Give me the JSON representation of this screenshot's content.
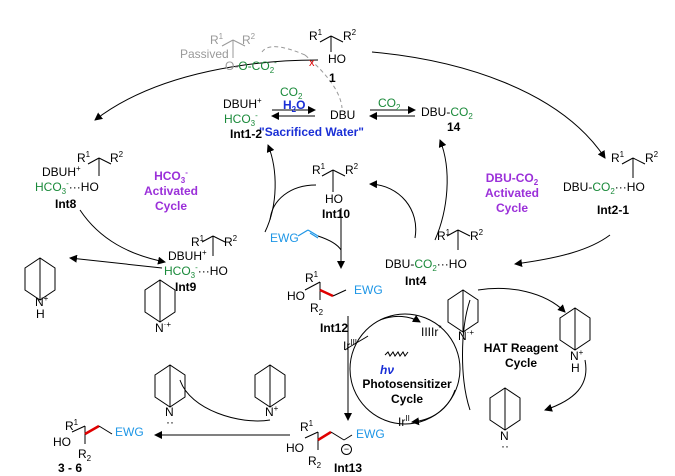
{
  "passived": {
    "label": "Passived",
    "r1": "R",
    "r1_sup": "1",
    "r2": "R",
    "r2_sup": "2",
    "o_co2": "O-CO",
    "o_co2_sub": "2",
    "o_co2_sup": "-"
  },
  "start": {
    "r1": "R",
    "r1_sup": "1",
    "r2": "R",
    "r2_sup": "2",
    "ho": "HO",
    "label": "1",
    "cross": "x"
  },
  "center": {
    "co2_a": "CO",
    "co2_a_sub": "2",
    "h2o": "H",
    "h2o_sub": "2",
    "h2o_o": "O",
    "co2_b": "CO",
    "co2_b_sub": "2",
    "dbu": "DBU",
    "sacrificed": "\"Sacrificed Water\""
  },
  "int12": {
    "dbuh": "DBUH",
    "dbuh_sup": "+",
    "hco3": "HCO",
    "hco3_sub": "3",
    "hco3_sup": "-",
    "label": "Int1-2"
  },
  "dbu_co2_14": {
    "dbu": "DBU-",
    "co2": "CO",
    "co2_sub": "2",
    "label": "14"
  },
  "int8": {
    "r1": "R",
    "r1_sup": "1",
    "r2": "R",
    "r2_sup": "2",
    "dbuh": "DBUH",
    "dbuh_sup": "+",
    "hco3": "HCO",
    "hco3_sub": "3",
    "hco3_sup": "-",
    "ho": "···HO",
    "label": "Int8"
  },
  "hco3_cycle": {
    "line1": "HCO",
    "line1_sub": "3",
    "line1_sup": "-",
    "line2": "Activated",
    "line3": "Cycle"
  },
  "dbu_cycle": {
    "line1": "DBU-CO",
    "line1_sub": "2",
    "line2": "Activated",
    "line3": "Cycle"
  },
  "int21": {
    "r1": "R",
    "r1_sup": "1",
    "r2": "R",
    "r2_sup": "2",
    "dbu": "DBU-",
    "co2": "CO",
    "co2_sub": "2",
    "ho": "···HO",
    "label": "Int2-1"
  },
  "int10": {
    "r1": "R",
    "r1_sup": "1",
    "r2": "R",
    "r2_sup": "2",
    "ho": "HO",
    "label": "Int10"
  },
  "int9": {
    "r1": "R",
    "r1_sup": "1",
    "r2": "R",
    "r2_sup": "2",
    "dbuh": "DBUH",
    "dbuh_sup": "+",
    "hco3": "HCO",
    "hco3_sub": "3",
    "hco3_sup": "-",
    "ho": "···HO",
    "label": "Int9"
  },
  "int4": {
    "r1": "R",
    "r1_sup": "1",
    "r2": "R",
    "r2_sup": "2",
    "dbu": "DBU-",
    "co2": "CO",
    "co2_sub": "2",
    "ho": "···HO",
    "label": "Int4"
  },
  "alkene": {
    "ewg": "EWG"
  },
  "int12_radical": {
    "r1": "R",
    "r1_sup": "1",
    "r2": "R",
    "r2_sub": "2",
    "ho": "HO",
    "ewg": "EWG",
    "label": "Int12"
  },
  "int13": {
    "r1": "R",
    "r1_sup": "1",
    "r2": "R",
    "r2_sub": "2",
    "ho": "HO",
    "ewg": "EWG",
    "label": "Int13",
    "minus": "−"
  },
  "product": {
    "r1": "R",
    "r1_sup": "1",
    "r2": "R",
    "r2_sub": "2",
    "ho": "HO",
    "ewg": "EWG",
    "label": "3 - 6"
  },
  "photo": {
    "ir3_a": "Ir",
    "ir3_a_sup": "III",
    "ir3_b": "Ir",
    "ir3_b_sup": "III",
    "ir3_star": "*",
    "ir2": "Ir",
    "ir2_sup": "II",
    "hv": "hν",
    "line1": "Photosensitizer",
    "line2": "Cycle"
  },
  "hat": {
    "line1": "HAT Reagent",
    "line2": "Cycle"
  },
  "quinuclidine": {
    "n": "N",
    "plus": "+",
    "h": "H",
    "radical_plus": "·+",
    "lone_pair": "··"
  }
}
